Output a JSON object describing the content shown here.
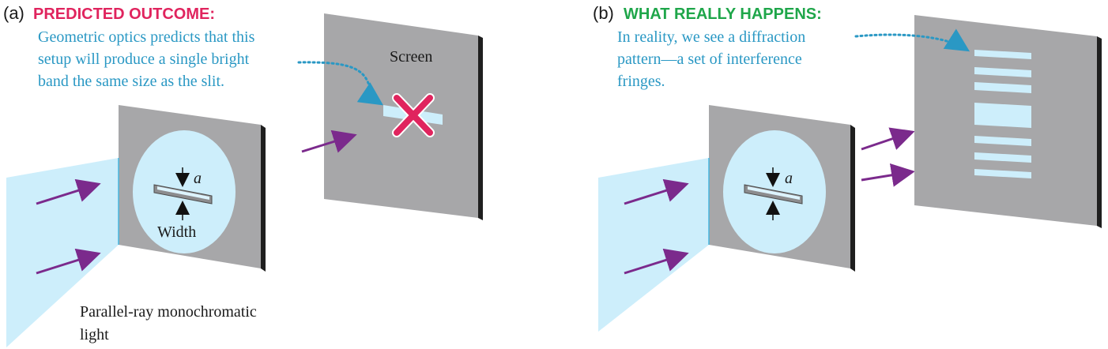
{
  "panel_a": {
    "label": "(a)",
    "title": "PREDICTED OUTCOME:",
    "callout_lines": [
      "Geometric optics predicts that this",
      "setup will produce a single bright",
      "band the same size as the slit."
    ],
    "screen_label": "Screen",
    "slit_symbol": "a",
    "width_label": "Width",
    "light_caption_lines": [
      "Parallel-ray monochromatic",
      "light"
    ]
  },
  "panel_b": {
    "label": "(b)",
    "title": "WHAT REALLY HAPPENS:",
    "callout_lines": [
      "In reality, we see a diffraction",
      "pattern—a set of interference",
      "fringes."
    ],
    "slit_symbol": "a"
  },
  "colors": {
    "title_a": "#e0245e",
    "title_b": "#1fa64a",
    "callout_text": "#2a98c4",
    "light_beam": "#cdeefb",
    "plate_face": "#a7a7a9",
    "plate_edge": "#1f1f1f",
    "arrow": "#7b2a8c",
    "cross": "#e0245e",
    "fringe": "#cdeefb"
  }
}
